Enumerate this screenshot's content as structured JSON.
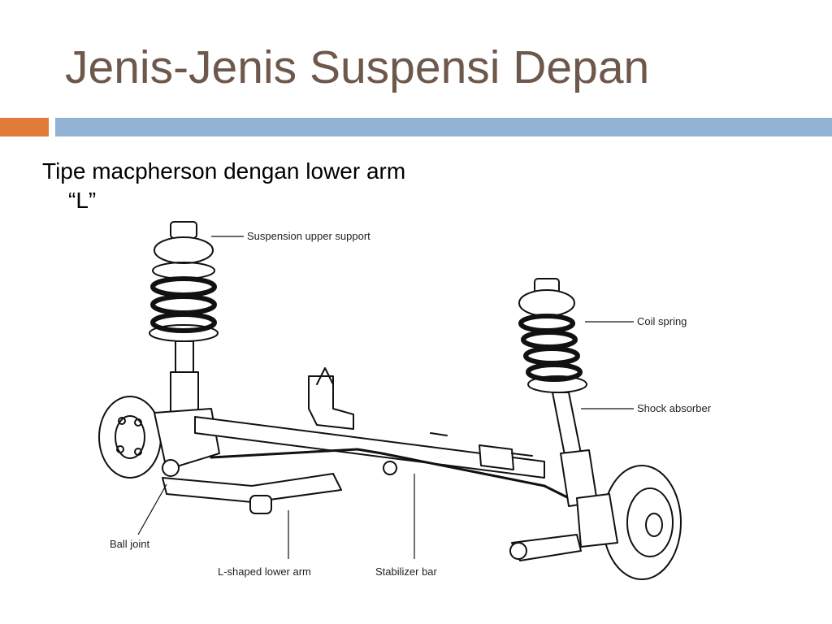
{
  "slide": {
    "title": "Jenis-Jenis Suspensi Depan",
    "accent_color": "#e07b39",
    "bar_color": "#92b3d3",
    "title_color": "#6e574b"
  },
  "body": {
    "line1": "Tipe macpherson dengan lower arm",
    "line2": "“L”"
  },
  "figure": {
    "labels": {
      "upper_support": "Suspension upper support",
      "coil_spring": "Coil spring",
      "shock_absorber": "Shock absorber",
      "ball_joint": "Ball joint",
      "lower_arm": "L-shaped lower arm",
      "stabilizer_bar": "Stabilizer bar"
    }
  }
}
